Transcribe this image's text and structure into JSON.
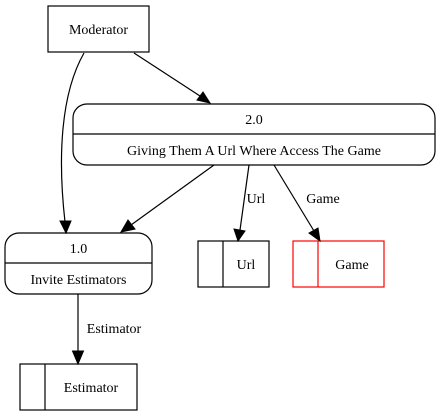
{
  "diagram": {
    "entities": {
      "moderator": {
        "label": "Moderator"
      }
    },
    "processes": {
      "p2": {
        "id": "2.0",
        "label": "Giving Them A Url Where Access The Game"
      },
      "p1": {
        "id": "1.0",
        "label": "Invite Estimators"
      }
    },
    "stores": {
      "url": {
        "label": "Url"
      },
      "game": {
        "label": "Game",
        "color": "#ff0000"
      },
      "estimator": {
        "label": "Estimator"
      }
    },
    "edges": {
      "p2_url": {
        "label": "Url"
      },
      "p2_game": {
        "label": "Game"
      },
      "p1_estimator": {
        "label": "Estimator"
      }
    }
  }
}
